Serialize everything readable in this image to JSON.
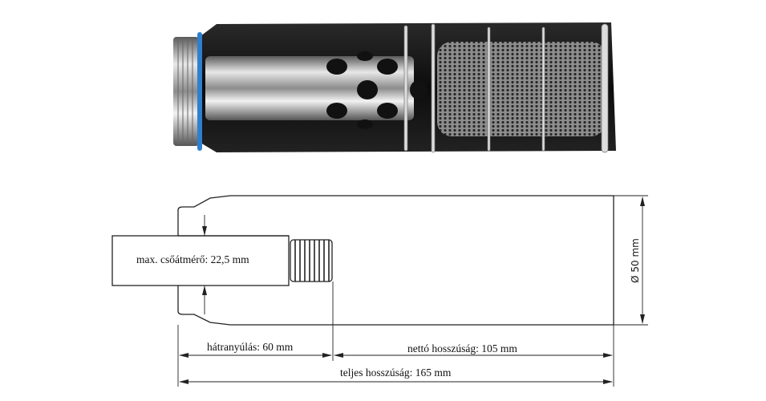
{
  "photo": {
    "name": "silencer-cutaway-photo",
    "accent_ring_color": "#2f7fd0",
    "body_color": "#111111"
  },
  "drawing": {
    "max_bore_label": "max. csőátmérő: 22,5 mm",
    "diameter_label": "Ø 50 mm",
    "rear_extension_label": "hátranyúlás: 60 mm",
    "net_length_label": "nettó hosszúság: 105 mm",
    "total_length_label": "teljes hosszúság: 165 mm"
  }
}
